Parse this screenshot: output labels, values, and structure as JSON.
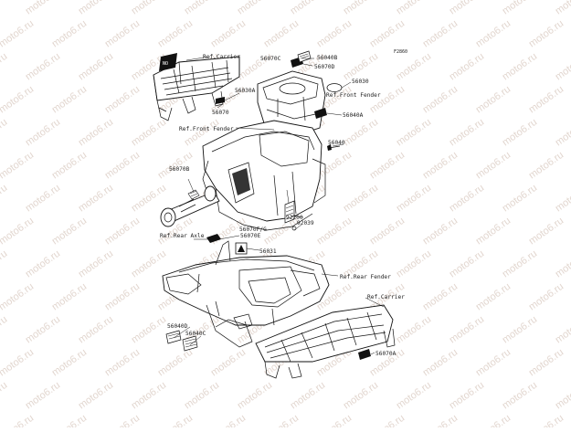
{
  "figure": {
    "code": "F2860"
  },
  "watermark": {
    "text": "moto6.ru"
  },
  "labels": {
    "ref_carrier_top": "Ref.Carrier",
    "ref_carrier_bottom": "Ref.Carrier",
    "ref_front_fender_1": "Ref.Front Fender",
    "ref_front_fender_2": "Ref.Front Fender",
    "ref_rear_axle": "Ref.Rear Axle",
    "ref_rear_fender": "Ref.Rear Fender",
    "p56070C": "56070C",
    "p56040B": "56040B",
    "p56070D": "56070D",
    "p56030": "56030",
    "p56030A": "56030A",
    "p56070": "56070",
    "p56040A": "56040A",
    "p56040": "56040",
    "p56070B": "56070B",
    "p92200": "92200",
    "p92039": "92039",
    "p56070FG": "56070F/G",
    "p56070E": "56070E",
    "p56031": "56031",
    "p56040D": "56040D",
    "p56040C": "56040C",
    "p56070A": "56070A"
  }
}
